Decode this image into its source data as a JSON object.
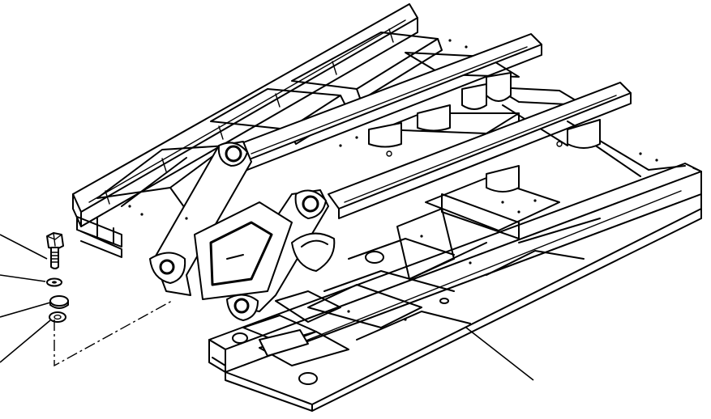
{
  "drawing": {
    "subject": "",
    "parts": [
      {
        "id": "bolt",
        "icon": "hex-bolt-icon"
      },
      {
        "id": "washer",
        "icon": "washer-icon"
      },
      {
        "id": "cap-plate",
        "icon": "cap-plate-icon"
      },
      {
        "id": "shim-plate",
        "icon": "shim-plate-icon"
      }
    ]
  }
}
